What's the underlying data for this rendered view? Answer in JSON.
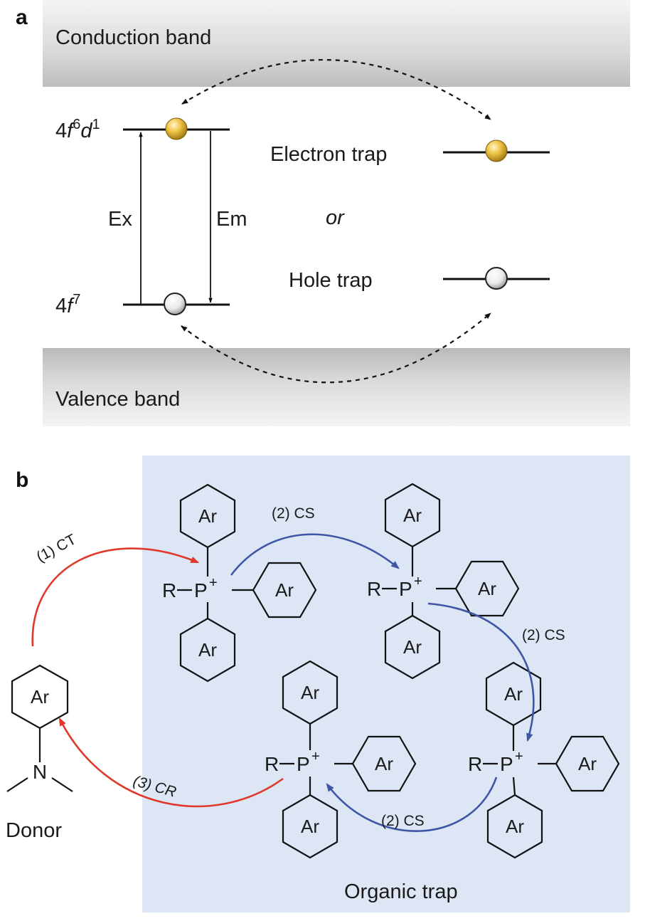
{
  "panel_a": {
    "letter": "a",
    "conduction_band": "Conduction band",
    "valence_band": "Valence band",
    "excited_state": {
      "base": "4",
      "f": "f",
      "f_exp": "6",
      "d": "d",
      "d_exp": "1"
    },
    "ground_state": {
      "base": "4",
      "f": "f",
      "f_exp": "7"
    },
    "excitation": "Ex",
    "emission": "Em",
    "electron_trap": "Electron trap",
    "or": "or",
    "hole_trap": "Hole trap"
  },
  "panel_b": {
    "letter": "b",
    "ring_label": "Ar",
    "r_group": "R",
    "phosphorus": "P",
    "charge": "+",
    "nitrogen": "N",
    "donor": "Donor",
    "organic_trap": "Organic trap",
    "step_ct": "(1) CT",
    "step_cs": "(2) CS",
    "step_cr": "(3) CR"
  },
  "colors": {
    "electron": "#e6b43a",
    "hole": "#f2f2f2",
    "band": "#d4d4d4",
    "trap_region": "#dce6f4",
    "ct_cr_arrow": "#e0382b",
    "cs_arrow": "#3f55a6"
  }
}
